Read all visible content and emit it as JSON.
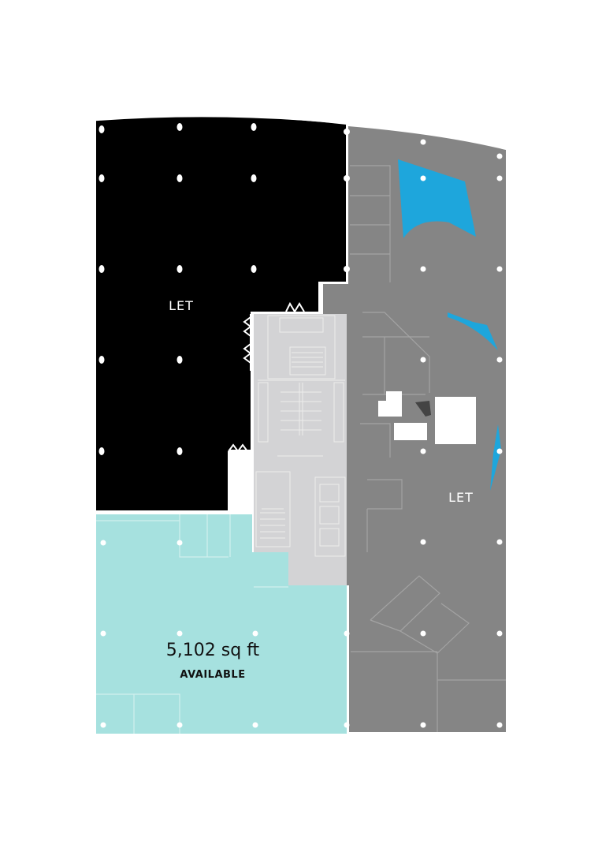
{
  "floor_plan": {
    "units": [
      {
        "id": "unit-northwest",
        "status": "LET",
        "color": "#000000"
      },
      {
        "id": "unit-east",
        "status": "LET",
        "color": "#858585"
      },
      {
        "id": "unit-southwest",
        "status": "AVAILABLE",
        "area": "5,102 sq ft",
        "color": "#a6e1df"
      }
    ],
    "core": {
      "color": "#d3d3d5"
    },
    "accent": {
      "blue_feature": "#1ea6dc",
      "column_dots": "#ffffff",
      "wall_lines": "#a3a3a3"
    },
    "labels": {
      "northwest_let": "LET",
      "east_let": "LET",
      "available_area": "5,102 sq ft",
      "available_status": "AVAILABLE"
    }
  }
}
